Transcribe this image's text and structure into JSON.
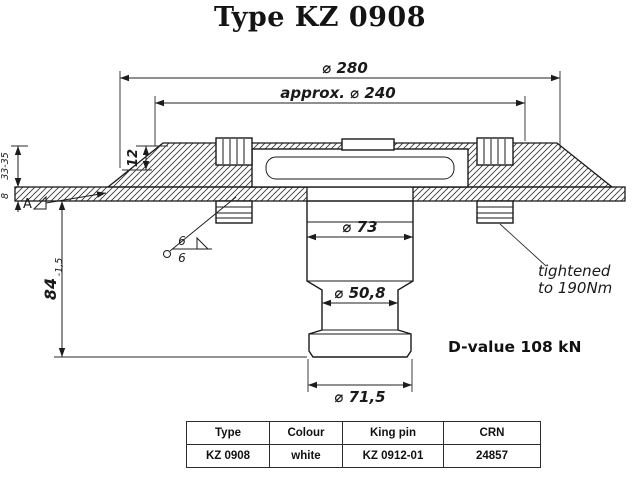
{
  "title": "Type KZ 0908",
  "drawing": {
    "dim_diameter_280": "⌀ 280",
    "dim_approx_240": "approx. ⌀ 240",
    "dim_12": "12",
    "dim_33_35": "33-35",
    "dim_8": "8",
    "datum": "A",
    "dim_84": "84",
    "dim_84_tolerance": "-1,5",
    "weld_top": "6",
    "weld_bottom": "6",
    "dim_diameter_73": "⌀ 73",
    "dim_diameter_50_8": "⌀ 50,8",
    "dim_diameter_71_5": "⌀ 71,5",
    "note_line1": "tightened",
    "note_line2": "to 190Nm",
    "d_value": "D-value 108 kN"
  },
  "table": {
    "headers": [
      "Type",
      "Colour",
      "King pin",
      "CRN"
    ],
    "row": [
      "KZ 0908",
      "white",
      "KZ 0912-01",
      "24857"
    ]
  }
}
